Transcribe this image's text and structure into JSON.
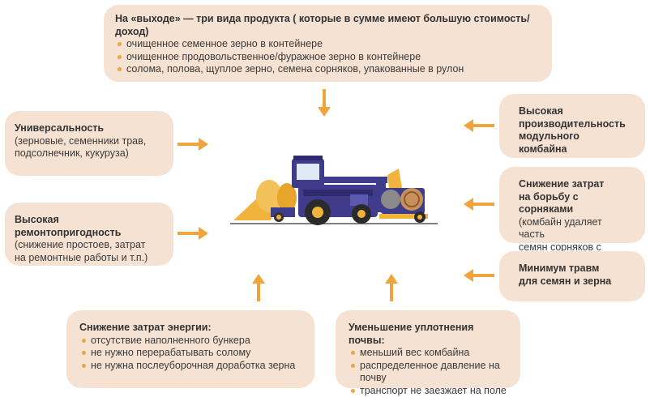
{
  "top": {
    "title": "На «выходе» — три вида продукта ( которые в сумме имеют большую стоимость/доход)",
    "items": [
      "очищенное семенное зерно в контейнере",
      "очищенное продовольственное/фуражное зерно в контейнере",
      "солома, полова, щуплое зерно, семена сорняков, упакованные в рулон"
    ]
  },
  "left1": {
    "title": "Универсальность",
    "text": [
      "(зерновые, семенники трав,",
      "подсолнечник, кукуруза)"
    ]
  },
  "left2": {
    "title": "Высокая ремонтопригодность",
    "text": [
      "(снижение простоев, затрат",
      "на ремонтные работы и т.п.)"
    ]
  },
  "right1": {
    "title": [
      "Высокая",
      "производительность",
      "модульного комбайна"
    ]
  },
  "right2": {
    "title": [
      "Снижение затрат",
      "на борьбу с сорняками"
    ],
    "text": [
      "(комбайн удаляет часть",
      "семян сорняков с поля)"
    ]
  },
  "right3": {
    "title": [
      "Минимум травм",
      "для семян и зерна"
    ]
  },
  "bottom_left": {
    "title": "Снижение затрат энергии:",
    "items": [
      "отсутствие наполненного бункера",
      "не нужно перерабатывать солому",
      "не нужна послеуборочная доработка зерна"
    ]
  },
  "bottom_right": {
    "title": "Уменьшение уплотнения почвы:",
    "items": [
      "меньший вес комбайна",
      "распределенное давление на почву",
      "транспорт не заезжает на поле"
    ]
  },
  "colors": {
    "box_fill": "#f6e2d3",
    "arrow": "#f0a43a",
    "bullet": "#f0a43a",
    "machine_body": "#3f3c8c",
    "machine_accent": "#f2b33d"
  },
  "icons": {
    "arrow": "arrow-icon",
    "combine": "combine-harvester-icon"
  }
}
